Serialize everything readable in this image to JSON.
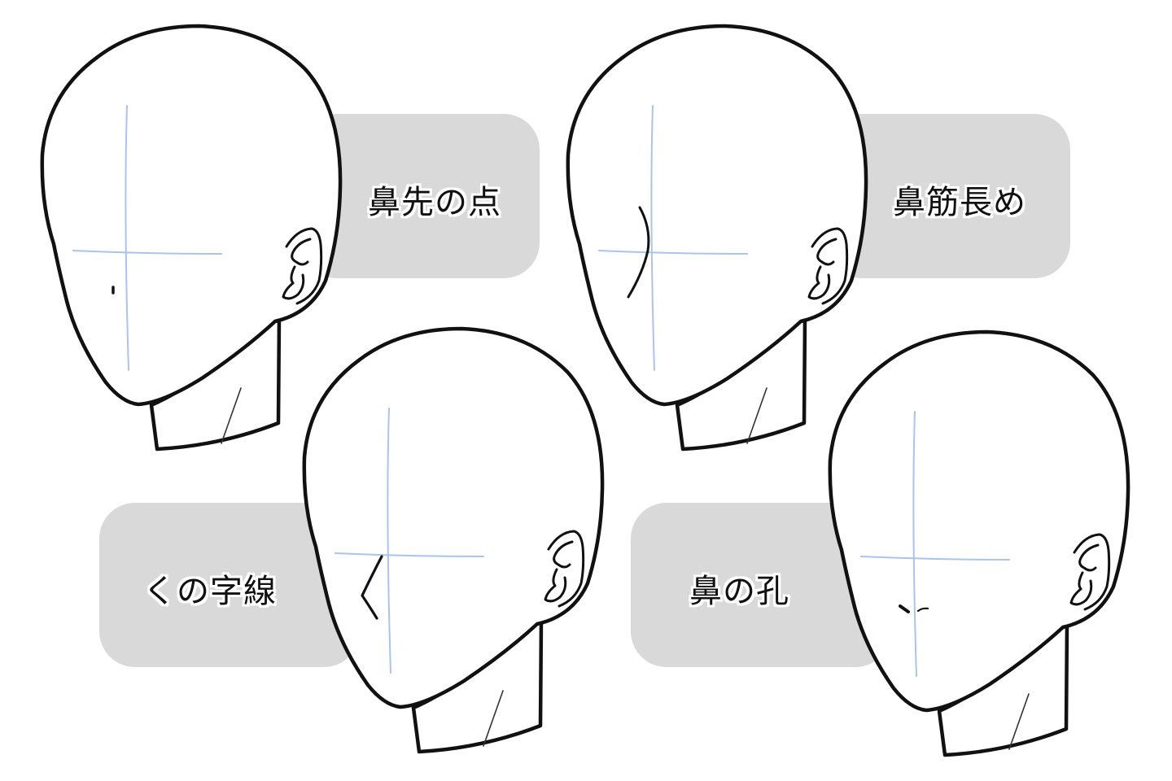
{
  "page": {
    "background_color": "#ffffff",
    "label_box_color": "#d9d9d9",
    "guide_line_color": "#a9c4f0",
    "outline_color": "#111111"
  },
  "panels": [
    {
      "id": "nose-tip-dot",
      "label": "鼻先の点",
      "position": "top-left",
      "nose_style": "dot"
    },
    {
      "id": "long-nose-bridge",
      "label": "鼻筋長め",
      "position": "top-right",
      "nose_style": "long-curve"
    },
    {
      "id": "ku-shaped-line",
      "label": "くの字線",
      "position": "bottom-left",
      "nose_style": "angle"
    },
    {
      "id": "nostrils",
      "label": "鼻の孔",
      "position": "bottom-right",
      "nose_style": "nostrils"
    }
  ]
}
